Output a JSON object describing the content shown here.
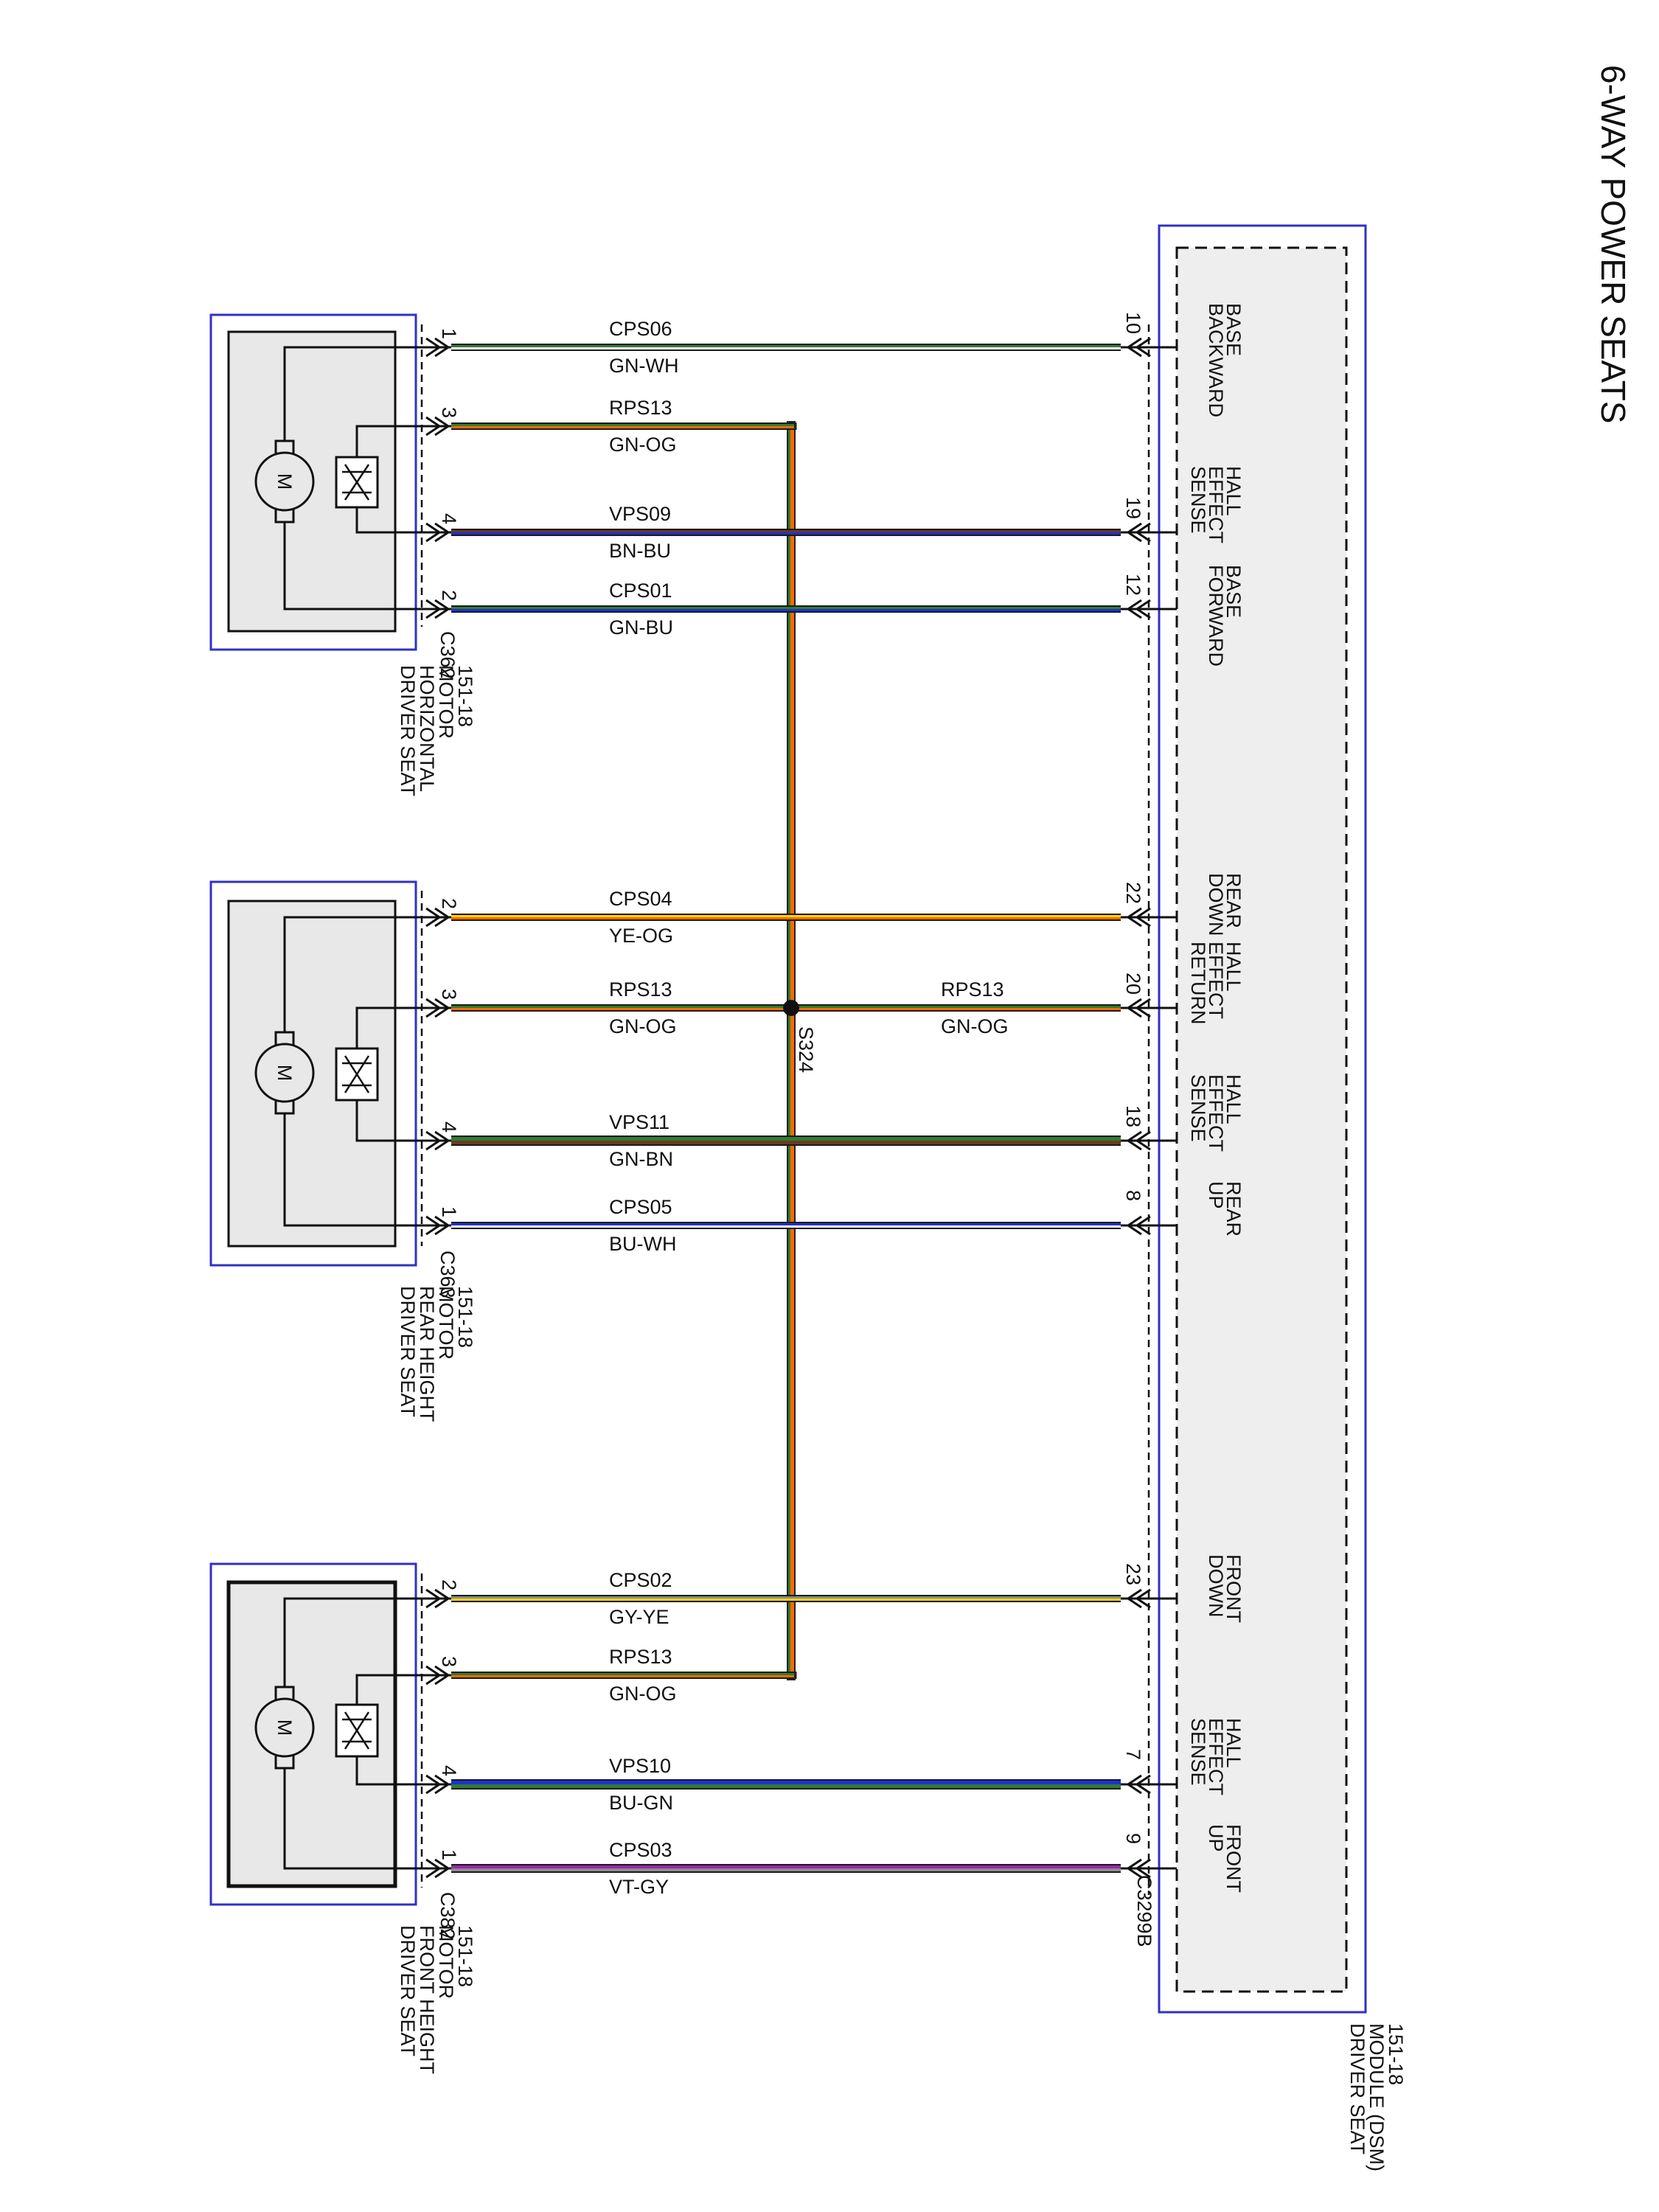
{
  "title": "6-WAY POWER SEATS",
  "module": {
    "name_lines": [
      "DRIVER SEAT",
      "MODULE (DSM)",
      "151-18"
    ],
    "connector": "C3299B"
  },
  "motors": [
    {
      "id": "horizontal",
      "connector": "C362",
      "name_lines": [
        "DRIVER SEAT",
        "HORIZONTAL",
        "MOTOR",
        "151-18"
      ],
      "motor_symbol": "M"
    },
    {
      "id": "rear-height",
      "connector": "C363",
      "name_lines": [
        "DRIVER SEAT",
        "REAR HEIGHT",
        "MOTOR",
        "151-18"
      ],
      "motor_symbol": "M"
    },
    {
      "id": "front-height",
      "connector": "C382",
      "name_lines": [
        "DRIVER SEAT",
        "FRONT HEIGHT",
        "MOTOR",
        "151-18"
      ],
      "motor_symbol": "M"
    }
  ],
  "splice": "S324",
  "wires": [
    {
      "id": "w1",
      "motor_pin": "1",
      "circuit": "CPS06",
      "color_code": "GN-WH",
      "module_pin": "10",
      "module_function": [
        "BASE",
        "BACKWARD"
      ],
      "colors": [
        "#2e7d32",
        "#ffffff"
      ]
    },
    {
      "id": "w2",
      "motor_pin": "3",
      "circuit": "RPS13",
      "color_code": "GN-OG",
      "module_pin": null,
      "module_function": [],
      "colors": [
        "#2e7d32",
        "#ff6a00"
      ]
    },
    {
      "id": "w3",
      "motor_pin": "4",
      "circuit": "VPS09",
      "color_code": "BN-BU",
      "module_pin": "19",
      "module_function": [
        "HALL",
        "EFFECT",
        "SENSE"
      ],
      "colors": [
        "#6b3a1e",
        "#1f2fd6"
      ]
    },
    {
      "id": "w4",
      "motor_pin": "2",
      "circuit": "CPS01",
      "color_code": "GN-BU",
      "module_pin": "12",
      "module_function": [
        "BASE",
        "FORWARD"
      ],
      "colors": [
        "#2e7d32",
        "#1f2fd6"
      ]
    },
    {
      "id": "w5",
      "motor_pin": "2",
      "circuit": "CPS04",
      "color_code": "YE-OG",
      "module_pin": "22",
      "module_function": [
        "REAR",
        "DOWN"
      ],
      "colors": [
        "#ffd400",
        "#ff6a00"
      ]
    },
    {
      "id": "w6",
      "motor_pin": "3",
      "circuit": "RPS13",
      "color_code": "GN-OG",
      "module_pin": "20",
      "module_function": [
        "HALL",
        "EFFECT",
        "RETURN"
      ],
      "colors": [
        "#2e7d32",
        "#ff6a00"
      ],
      "right_circuit": "RPS13",
      "right_color_code": "GN-OG"
    },
    {
      "id": "w7",
      "motor_pin": "4",
      "circuit": "VPS11",
      "color_code": "GN-BN",
      "module_pin": "18",
      "module_function": [
        "HALL",
        "EFFECT",
        "SENSE"
      ],
      "colors": [
        "#2e7d32",
        "#6b3a1e"
      ]
    },
    {
      "id": "w8",
      "motor_pin": "1",
      "circuit": "CPS05",
      "color_code": "BU-WH",
      "module_pin": "8",
      "module_function": [
        "REAR",
        "UP"
      ],
      "colors": [
        "#1f2fd6",
        "#ffffff"
      ]
    },
    {
      "id": "w9",
      "motor_pin": "2",
      "circuit": "CPS02",
      "color_code": "GY-YE",
      "module_pin": "23",
      "module_function": [
        "FRONT",
        "DOWN"
      ],
      "colors": [
        "#8c8c8c",
        "#ffd400"
      ]
    },
    {
      "id": "w10",
      "motor_pin": "3",
      "circuit": "RPS13",
      "color_code": "GN-OG",
      "module_pin": null,
      "module_function": [],
      "colors": [
        "#2e7d32",
        "#ff6a00"
      ]
    },
    {
      "id": "w11",
      "motor_pin": "4",
      "circuit": "VPS10",
      "color_code": "BU-GN",
      "module_pin": "7",
      "module_function": [
        "HALL",
        "EFFECT",
        "SENSE"
      ],
      "colors": [
        "#1f2fd6",
        "#2e7d32"
      ]
    },
    {
      "id": "w12",
      "motor_pin": "1",
      "circuit": "CPS03",
      "color_code": "VT-GY",
      "module_pin": "9",
      "module_function": [
        "FRONT",
        "UP"
      ],
      "colors": [
        "#9c27b0",
        "#8c8c8c"
      ]
    }
  ]
}
